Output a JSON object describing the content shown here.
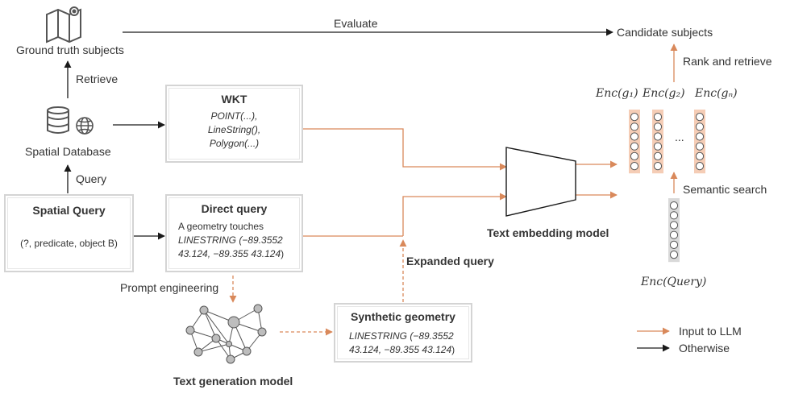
{
  "nodes": {
    "ground_truth": "Ground truth subjects",
    "spatial_database": "Spatial Database",
    "candidate_subjects": "Candidate subjects",
    "text_embedding_model": "Text embedding model",
    "text_generation_model": "Text generation model"
  },
  "edges": {
    "evaluate": "Evaluate",
    "retrieve": "Retrieve",
    "query": "Query",
    "rank_and_retrieve": "Rank and retrieve",
    "semantic_search": "Semantic search",
    "expanded_query": "Expanded query",
    "prompt_engineering": "Prompt engineering"
  },
  "wkt_box": {
    "title": "WKT",
    "lines": [
      "POINT(...),",
      "LineString(),",
      "Polygon(...)"
    ]
  },
  "spatial_query_box": {
    "title": "Spatial Query",
    "line": "(?, predicate, object B)"
  },
  "direct_query_box": {
    "title": "Direct query",
    "line1": "A geometry touches",
    "line2": "LINESTRING (−89.3552",
    "line3a": "43.124, −89.355 43.124",
    "line3b": ")"
  },
  "synthetic_box": {
    "title": "Synthetic geometry",
    "line1": "LINESTRING (−89.3552",
    "line2a": "43.124, −89.355 43.124",
    "line2b": ")"
  },
  "encodings": {
    "g1": "Enc(g₁)",
    "g2": "Enc(g₂)",
    "gn": "Enc(gₙ)",
    "dots": "...",
    "query": "Enc(Query)"
  },
  "legend": {
    "input_llm": "Input to LLM",
    "otherwise": "Otherwise"
  },
  "colors": {
    "orange": "#d9895b",
    "black": "#1a1a1a",
    "enc_fill": "#f5cdb6",
    "query_fill": "#d9d9d9"
  }
}
